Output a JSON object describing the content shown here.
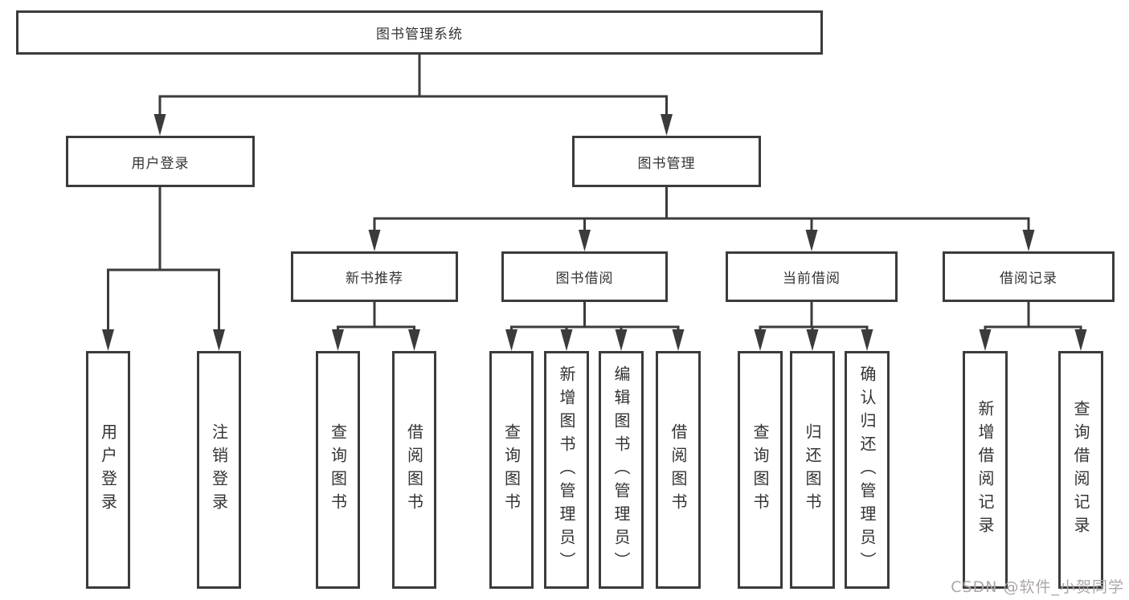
{
  "diagram": {
    "line_color": "#3b3b3b",
    "box_border_color": "#3b3b3b",
    "text_color": "#333333",
    "nodes": {
      "root": "图书管理系统",
      "login": "用户登录",
      "mgmt": "图书管理",
      "newbook": "新书推荐",
      "borrow": "图书借阅",
      "current": "当前借阅",
      "records": "借阅记录",
      "leaf_user_login": "用户登录",
      "leaf_logout": "注销登录",
      "leaf_nb_query": "查询图书",
      "leaf_nb_borrow": "借阅图书",
      "leaf_b_query": "查询图书",
      "leaf_b_add": "新增图书（管理员）",
      "leaf_b_edit": "编辑图书（管理员）",
      "leaf_b_borrow": "借阅图书",
      "leaf_c_query": "查询图书",
      "leaf_c_return": "归还图书",
      "leaf_c_confirm": "确认归还（管理员）",
      "leaf_r_add": "新增借阅记录",
      "leaf_r_query": "查询借阅记录"
    }
  },
  "watermark": "CSDN @软件_小贺同学"
}
